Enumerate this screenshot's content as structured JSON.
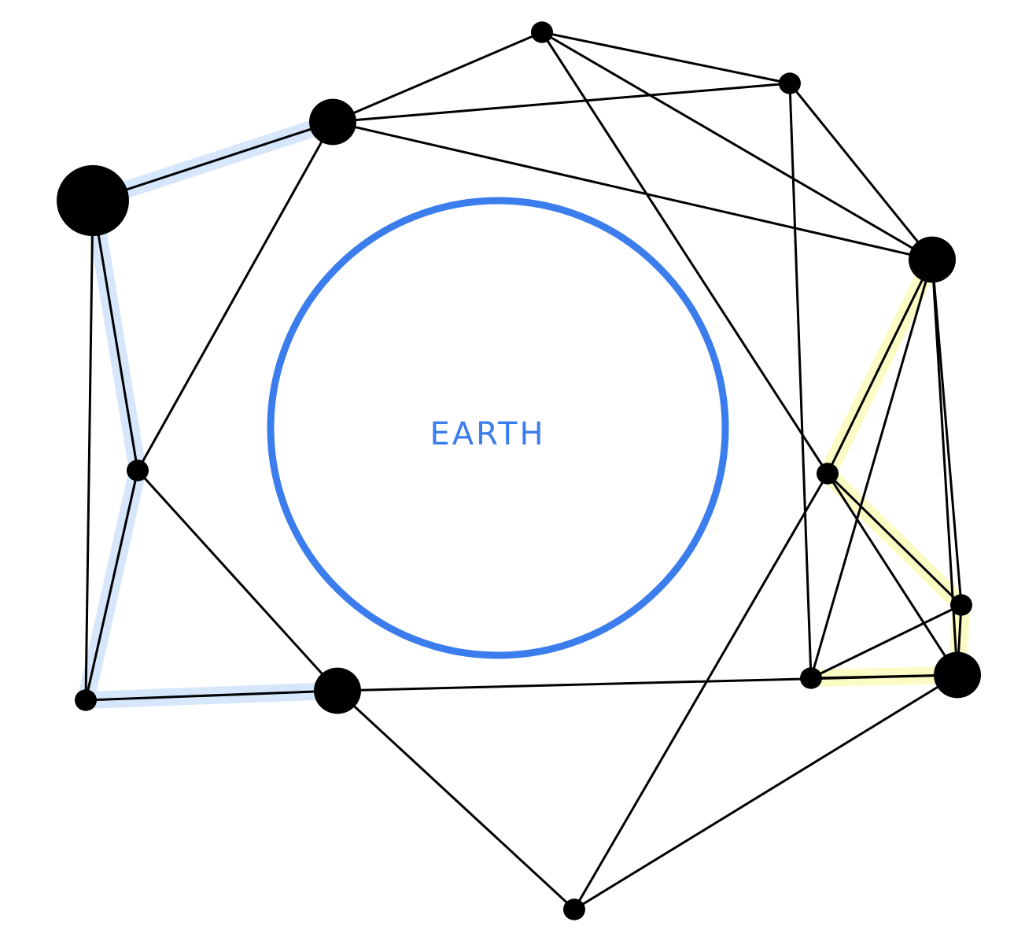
{
  "diagram": {
    "center_label": "EARTH",
    "colors": {
      "earth": "#3b7ded",
      "edge": "#000000",
      "node": "#000000",
      "highlight_left": "#d6e6fb",
      "highlight_right": "#fbfcc4"
    },
    "nodes": [
      {
        "id": "n1",
        "size": "small"
      },
      {
        "id": "n2",
        "size": "small"
      },
      {
        "id": "n3",
        "size": "large"
      },
      {
        "id": "n4",
        "size": "large"
      },
      {
        "id": "n5",
        "size": "xlarge"
      },
      {
        "id": "n6",
        "size": "small"
      },
      {
        "id": "n7",
        "size": "small"
      },
      {
        "id": "n8",
        "size": "large"
      },
      {
        "id": "n9",
        "size": "small"
      },
      {
        "id": "n10",
        "size": "small"
      },
      {
        "id": "n11",
        "size": "large"
      },
      {
        "id": "n12",
        "size": "small"
      },
      {
        "id": "n13",
        "size": "small"
      }
    ],
    "edges": [
      [
        "n1",
        "n2"
      ],
      [
        "n1",
        "n3"
      ],
      [
        "n1",
        "n4"
      ],
      [
        "n1",
        "n7"
      ],
      [
        "n2",
        "n3"
      ],
      [
        "n2",
        "n4"
      ],
      [
        "n2",
        "n9"
      ],
      [
        "n3",
        "n4"
      ],
      [
        "n3",
        "n5"
      ],
      [
        "n3",
        "n6"
      ],
      [
        "n4",
        "n7"
      ],
      [
        "n4",
        "n9"
      ],
      [
        "n4",
        "n11"
      ],
      [
        "n4",
        "n10"
      ],
      [
        "n5",
        "n6"
      ],
      [
        "n5",
        "n12"
      ],
      [
        "n6",
        "n12"
      ],
      [
        "n6",
        "n8"
      ],
      [
        "n7",
        "n10"
      ],
      [
        "n7",
        "n11"
      ],
      [
        "n7",
        "n13"
      ],
      [
        "n8",
        "n12"
      ],
      [
        "n8",
        "n11"
      ],
      [
        "n8",
        "n13"
      ],
      [
        "n9",
        "n11"
      ],
      [
        "n9",
        "n10"
      ],
      [
        "n10",
        "n11"
      ],
      [
        "n11",
        "n13"
      ]
    ],
    "highlighted_paths": [
      {
        "color_key": "highlight_left",
        "nodes": [
          "n3",
          "n5",
          "n6",
          "n12",
          "n8"
        ]
      },
      {
        "color_key": "highlight_right",
        "nodes": [
          "n4",
          "n7",
          "n10",
          "n11",
          "n9"
        ]
      }
    ]
  }
}
